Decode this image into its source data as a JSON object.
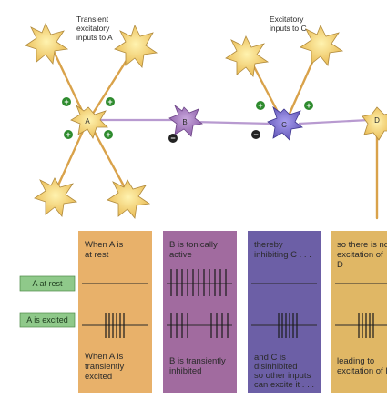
{
  "top": {
    "transient_label": [
      "Transient",
      "excitatory",
      "inputs to A"
    ],
    "excitatory_label": [
      "Excitatory",
      "inputs to C"
    ],
    "neurons": {
      "a": "A",
      "b": "B",
      "c": "C",
      "d": "D"
    },
    "signs": {
      "plus": "+",
      "minus": "−"
    }
  },
  "rows": {
    "rest": "A at rest",
    "excited": "A is excited"
  },
  "columns": [
    {
      "color": "#e8b16a",
      "top_text": [
        "When A is",
        "at rest"
      ],
      "bottom_text": [
        "When A is",
        "transiently",
        "excited"
      ]
    },
    {
      "color": "#a16b9f",
      "top_text": [
        "B is tonically",
        "active"
      ],
      "bottom_text": [
        "B is transiently",
        "inhibited"
      ]
    },
    {
      "color": "#6c5fa6",
      "top_text": [
        "thereby",
        "inhibiting C . . ."
      ],
      "bottom_text": [
        "and C is",
        "disinhibited",
        "so other inputs",
        "can excite it . . ."
      ]
    },
    {
      "color": "#e0b765",
      "top_text": [
        "so there is no",
        "excitation of",
        "D"
      ],
      "bottom_text": [
        "leading to",
        "excitation of D"
      ]
    }
  ],
  "colors": {
    "neuron": "#eec97a",
    "neuron_edge": "#b08a3c",
    "axon": "#d9a24a",
    "neuron_b": "#a77fc0",
    "neuron_c": "#7a6fcf",
    "plus": "#2e8b2e",
    "minus": "#222222",
    "label_box": "#8fc98a"
  }
}
